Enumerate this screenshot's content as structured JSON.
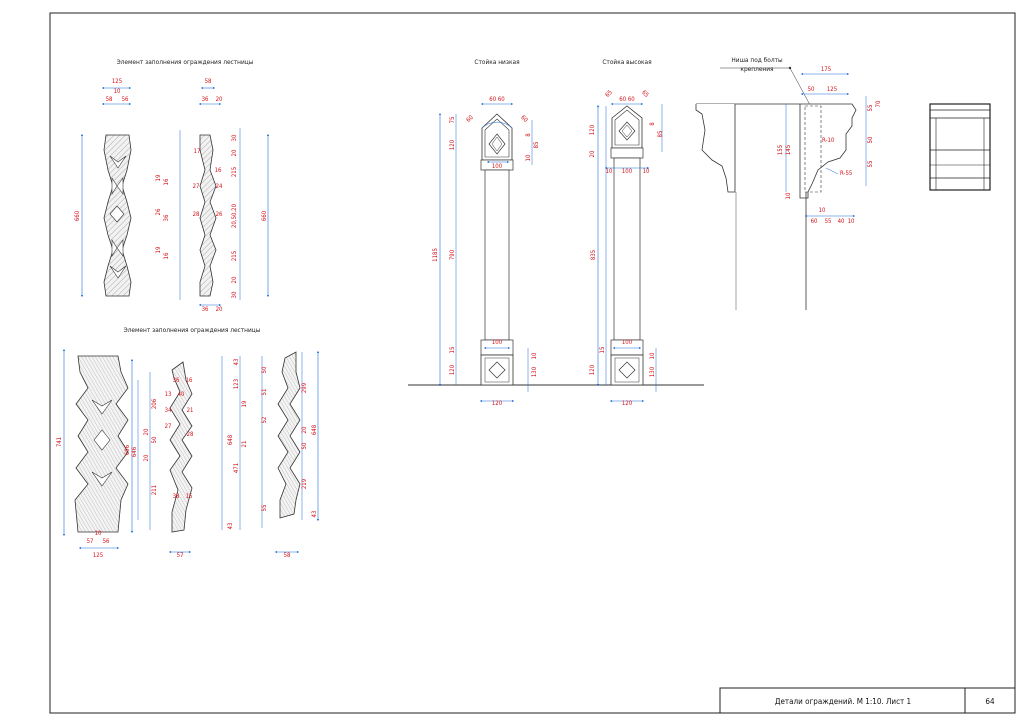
{
  "titles": {
    "fence_panel_staircase_1": "Элемент заполнения ограждения лестницы",
    "post_low": "Стойка низкая",
    "post_high": "Стойка высокая",
    "rail_note": "Ниша под болты крепления",
    "fence_panel_staircase_2": "Элемент заполнения ограждения лестницы"
  },
  "title_block": {
    "sheet_title": "Детали ограждений. М 1:10. Лист 1",
    "sheet_number": "64"
  },
  "dims": {
    "p1_w": "125",
    "p1_w2": "10",
    "p1_w3": "58",
    "p1_w4": "56",
    "p1_h": "660",
    "p2_w": "58",
    "p2_w2": "36",
    "p2_w3": "20",
    "p2_h": "660",
    "p2_r1": "30",
    "p2_r2": "20",
    "p2_r3": "215",
    "p2_r4": "20,50,20",
    "p2_r5": "215",
    "p2_r6": "20",
    "p2_r7": "30",
    "p2_b1": "36",
    "p2_b2": "20",
    "p2_l1": "19",
    "p2_l2": "16",
    "p2_l3": "26",
    "p2_l4": "36",
    "p2_l5": "19",
    "p2_l6": "16",
    "p2_i1": "17",
    "p2_i2": "16",
    "p2_i3": "27",
    "p2_i4": "24",
    "p2_i5": "28",
    "p2_i6": "26",
    "lp_top": "60  60",
    "lp_60a": "60",
    "lp_60b": "60",
    "lp_120a": "120",
    "lp_100a": "100",
    "lp_10": "10",
    "lp_8": "8",
    "lp_85": "85",
    "lp_1185": "1185",
    "lp_790": "790",
    "lp_15": "15",
    "lp_120b": "120",
    "lp_100b": "100",
    "lp_130": "130",
    "lp_10b": "10",
    "lp_base": "120",
    "lp_75": "75",
    "hp_65a": "65",
    "hp_60": "60  60",
    "hp_65b": "65",
    "hp_120": "120",
    "hp_20": "20",
    "hp_10a": "10",
    "hp_100": "100",
    "hp_10b": "10",
    "hp_835": "835",
    "hp_15": "15",
    "hp_120b": "120",
    "hp_100b": "100",
    "hp_130": "130",
    "hp_10c": "10",
    "hp_base": "120",
    "hp_8": "8",
    "hp_85": "85",
    "r_175": "175",
    "r_50": "50",
    "r_125": "125",
    "r_55": "55",
    "r_70": "70",
    "r_50v": "50",
    "r_155": "155",
    "r_145": "145",
    "r_R10": "R-10",
    "r_R55": "R-55",
    "r_10": "10",
    "r_60": "60",
    "r_55b": "55",
    "r_40": "40",
    "r_10b": "10",
    "r_10c": "10",
    "p3_h": "741",
    "p3_w1": "125",
    "p3_w2": "57",
    "p3_w3": "56",
    "p3_w4": "10",
    "p3_696": "696",
    "p3_646": "646",
    "p3_206": "206",
    "p3_20a": "20",
    "p3_50": "50",
    "p3_20b": "20",
    "p3_211": "211",
    "p3_57": "57",
    "p3_58": "58",
    "p4_36a": "36",
    "p4_16a": "16",
    "p4_13": "13",
    "p4_40": "40",
    "p4_34": "34",
    "p4_21": "21",
    "p4_27": "27",
    "p4_28": "28",
    "p4_38": "38",
    "p4_15": "15",
    "p5_43a": "43",
    "p5_123": "123",
    "p5_19a": "19",
    "p5_648": "648",
    "p5_21": "21",
    "p5_471": "471",
    "p5_43b": "43",
    "p6_50a": "50",
    "p6_51": "51",
    "p6_52": "52",
    "p6_299": "299",
    "p6_20": "20",
    "p6_50b": "50",
    "p6_648": "648",
    "p6_219": "219",
    "p6_43": "43",
    "p6_55": "55"
  }
}
